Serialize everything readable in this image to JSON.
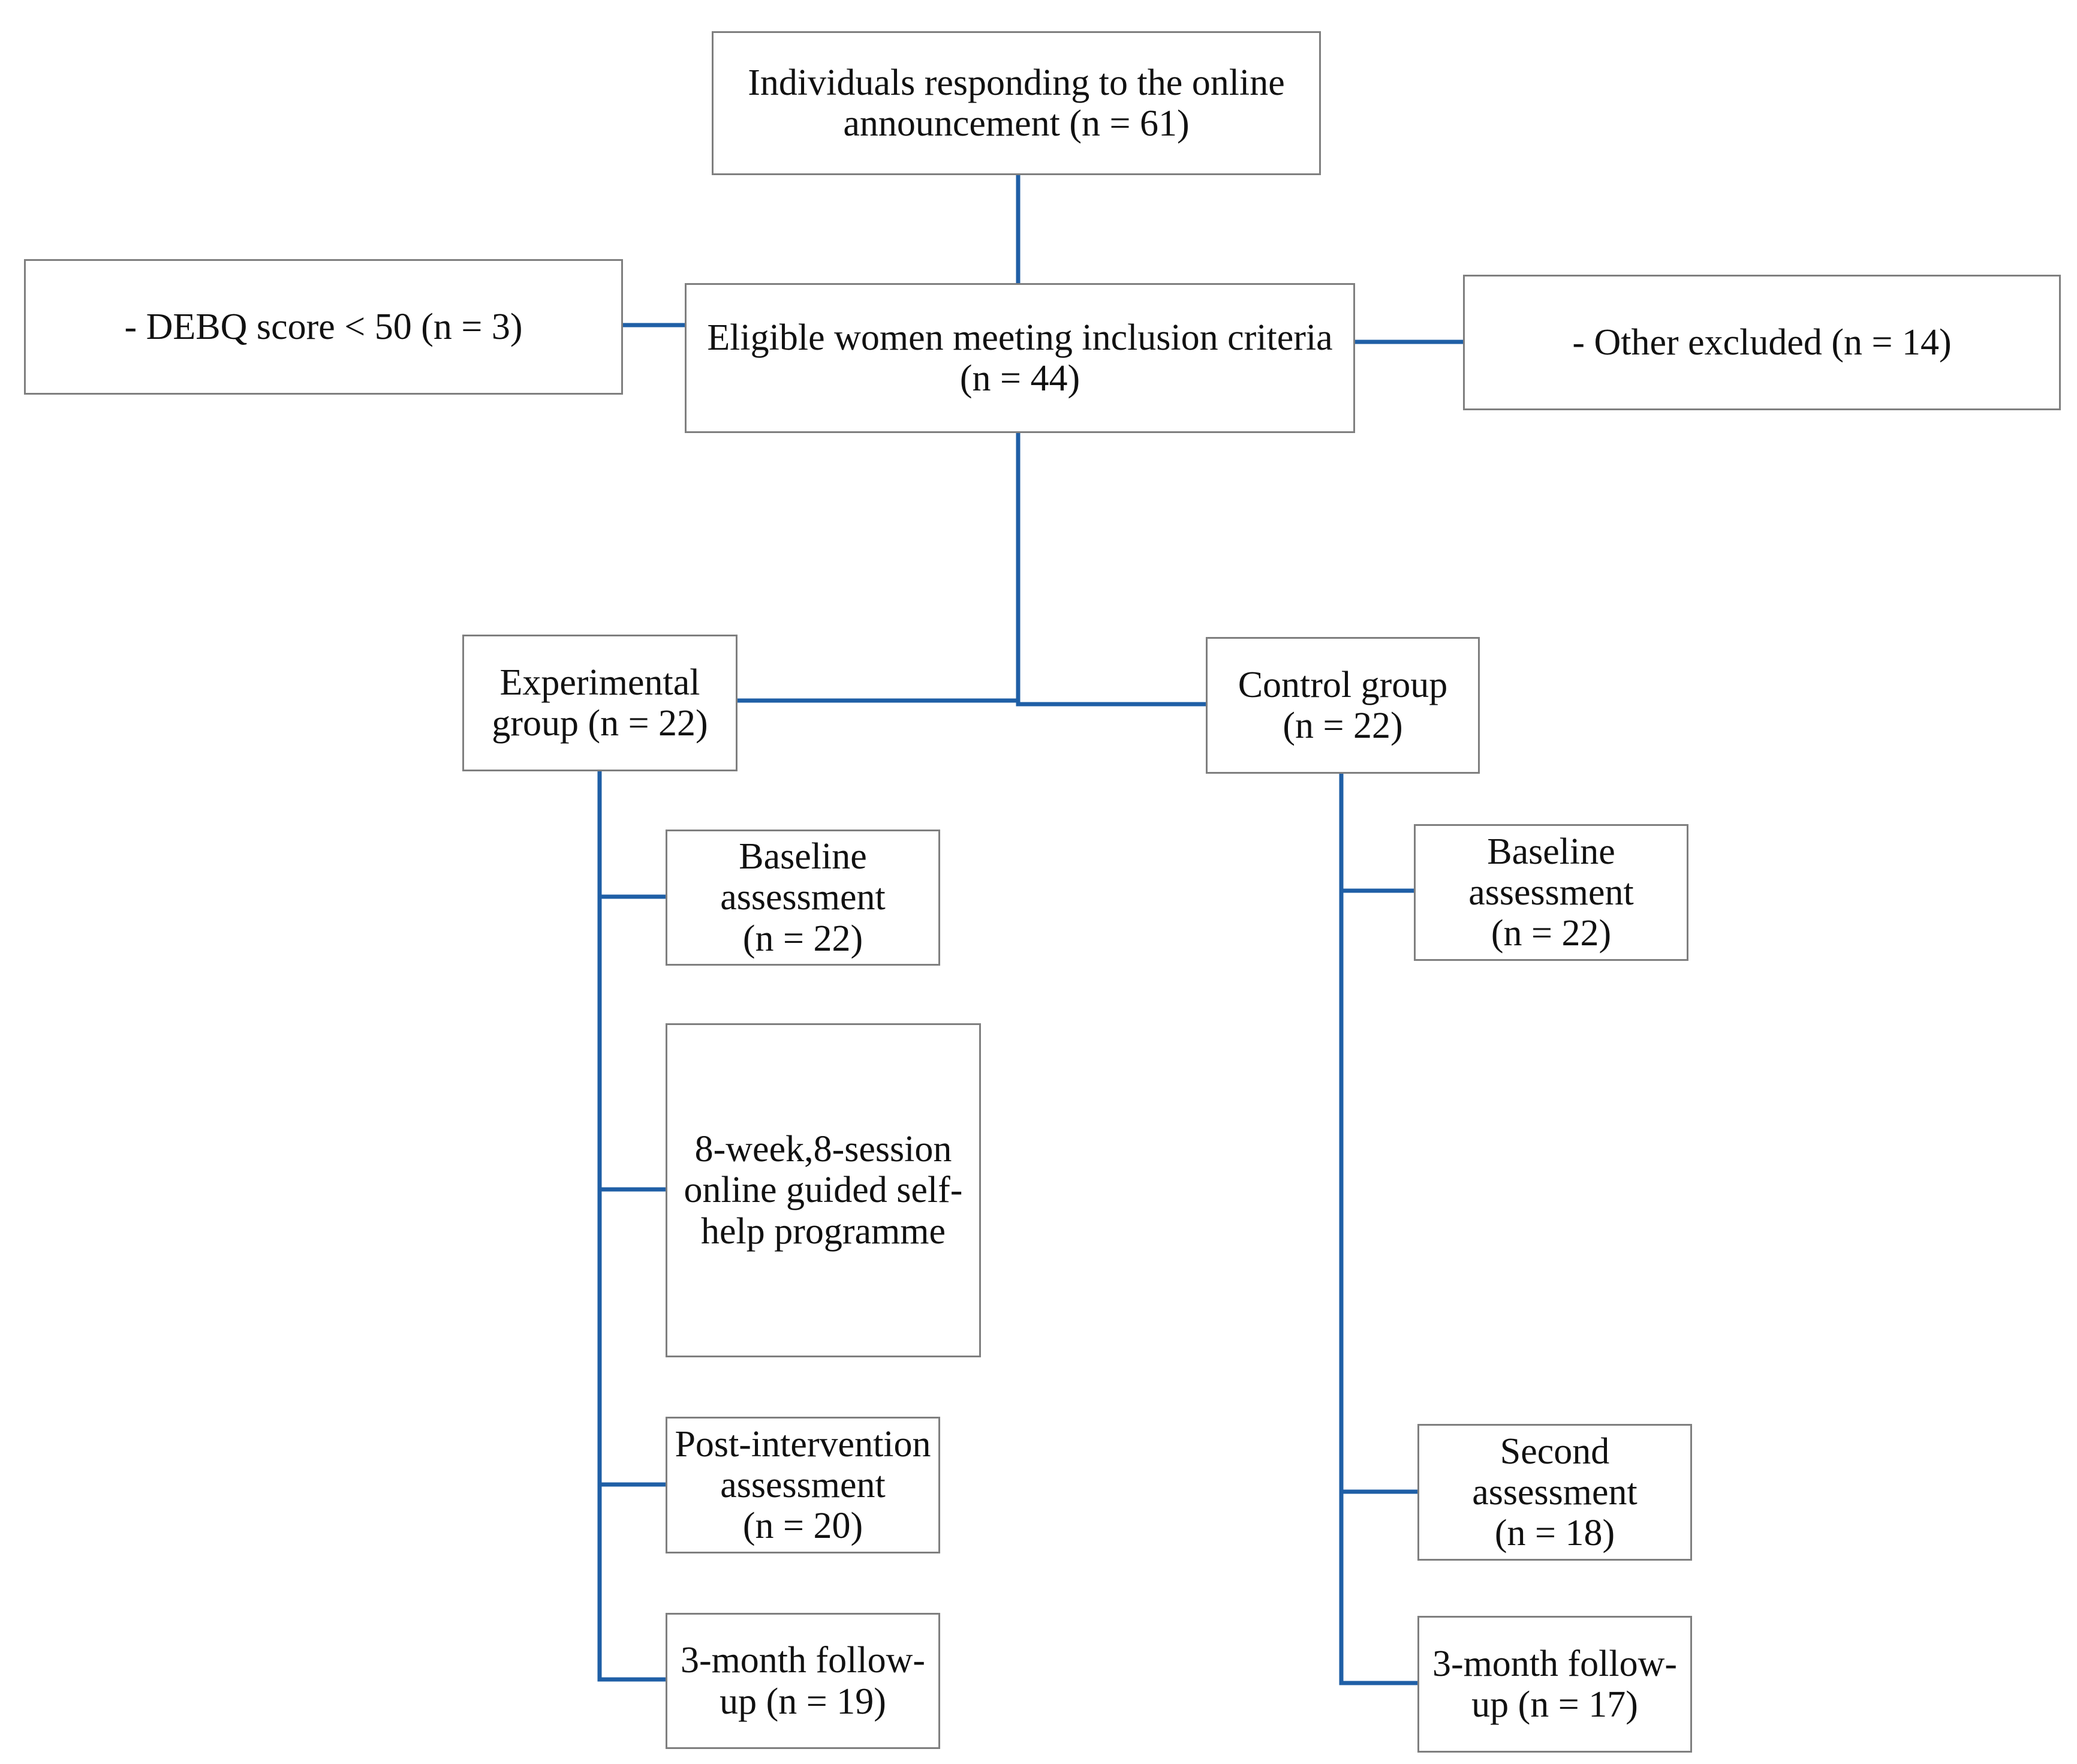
{
  "nodes": {
    "responders": "Individuals responding to the online\nannouncement (n = 61)",
    "debq_excluded": "- DEBQ score < 50 (n = 3)",
    "eligible": "Eligible women meeting inclusion criteria\n(n = 44)",
    "other_excluded": "- Other excluded (n = 14)",
    "experimental": "Experimental\ngroup (n = 22)",
    "control": "Control group\n(n = 22)",
    "exp_baseline": "Baseline\nassessment\n(n = 22)",
    "exp_programme": "8-week,8-session\nonline guided self-\nhelp programme",
    "exp_post": "Post-intervention\nassessment\n(n = 20)",
    "exp_followup": "3-month follow-\nup (n = 19)",
    "ctl_baseline": "Baseline\nassessment\n(n = 22)",
    "ctl_second": "Second\nassessment\n(n = 18)",
    "ctl_followup": "3-month follow-\nup (n = 17)"
  },
  "colors": {
    "connector": "#1f5fa6",
    "box_border": "#7f7f7f",
    "text": "#111111"
  }
}
